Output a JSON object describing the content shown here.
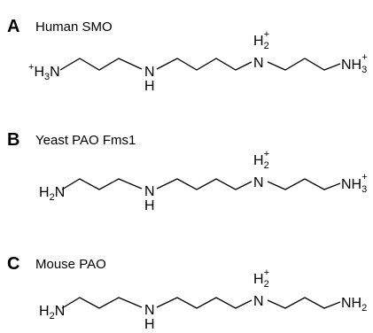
{
  "panels": [
    {
      "letter": "A",
      "title": "Human SMO",
      "left_group": "H",
      "left_group_prefix": "+",
      "left_group_sub": "3",
      "left_group_tail": "N",
      "secondary_amine": "N",
      "secondary_amine_h": "H",
      "tertiary_amine": "N",
      "tertiary_amine_h": "H",
      "tertiary_amine_h_sub": "2",
      "tertiary_amine_charge": "+",
      "right_group": "NH",
      "right_group_sub": "3",
      "right_group_charge": "+"
    },
    {
      "letter": "B",
      "title": "Yeast PAO Fms1",
      "left_group": "H",
      "left_group_sub": "2",
      "left_group_tail": "N",
      "secondary_amine": "N",
      "secondary_amine_h": "H",
      "tertiary_amine": "N",
      "tertiary_amine_h": "H",
      "tertiary_amine_h_sub": "2",
      "tertiary_amine_charge": "+",
      "right_group": "NH",
      "right_group_sub": "3",
      "right_group_charge": "+"
    },
    {
      "letter": "C",
      "title": "Mouse PAO",
      "left_group": "H",
      "left_group_sub": "2",
      "left_group_tail": "N",
      "secondary_amine": "N",
      "secondary_amine_h": "H",
      "tertiary_amine": "N",
      "tertiary_amine_h": "H",
      "tertiary_amine_h_sub": "2",
      "tertiary_amine_charge": "+",
      "right_group": "NH",
      "right_group_sub": "2"
    }
  ]
}
